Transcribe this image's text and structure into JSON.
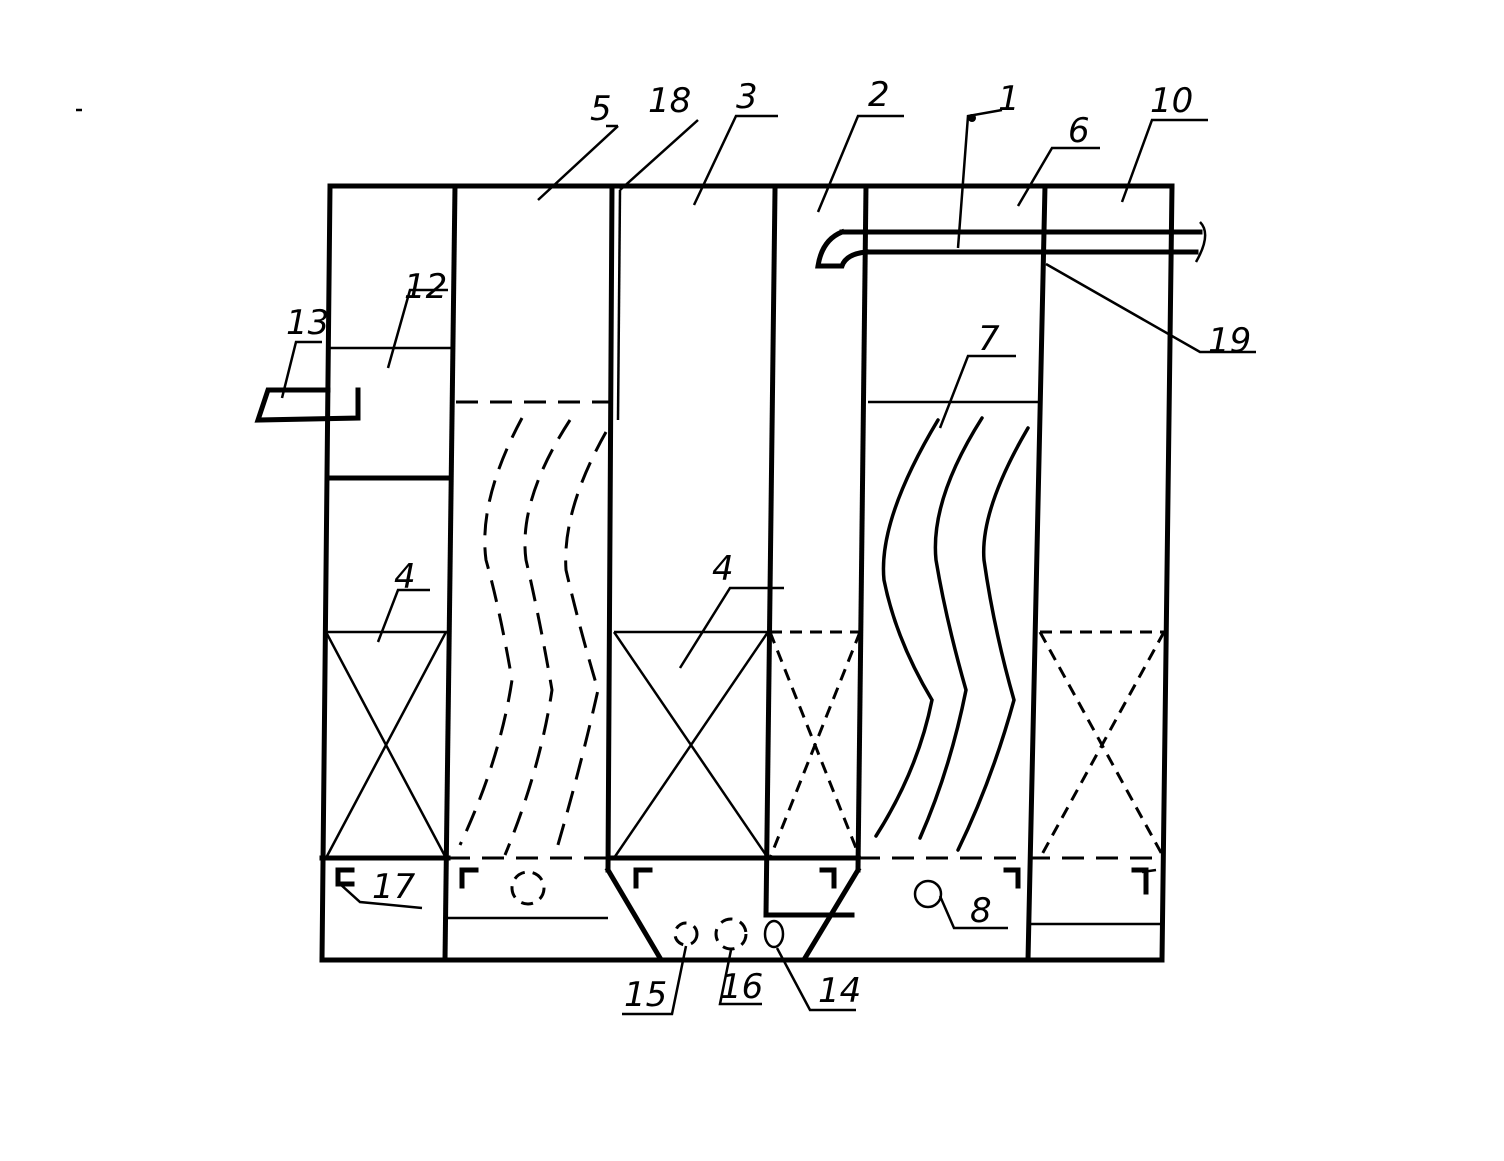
{
  "labels": {
    "l1": "1",
    "l2": "2",
    "l3": "3",
    "l4_left": "4",
    "l4_mid": "4",
    "l5": "5",
    "l6": "6",
    "l7": "7",
    "l8": "8",
    "l10": "10",
    "l12": "12",
    "l13": "13",
    "l14": "14",
    "l15": "15",
    "l16": "16",
    "l17": "17",
    "l18": "18",
    "l19": "19"
  }
}
